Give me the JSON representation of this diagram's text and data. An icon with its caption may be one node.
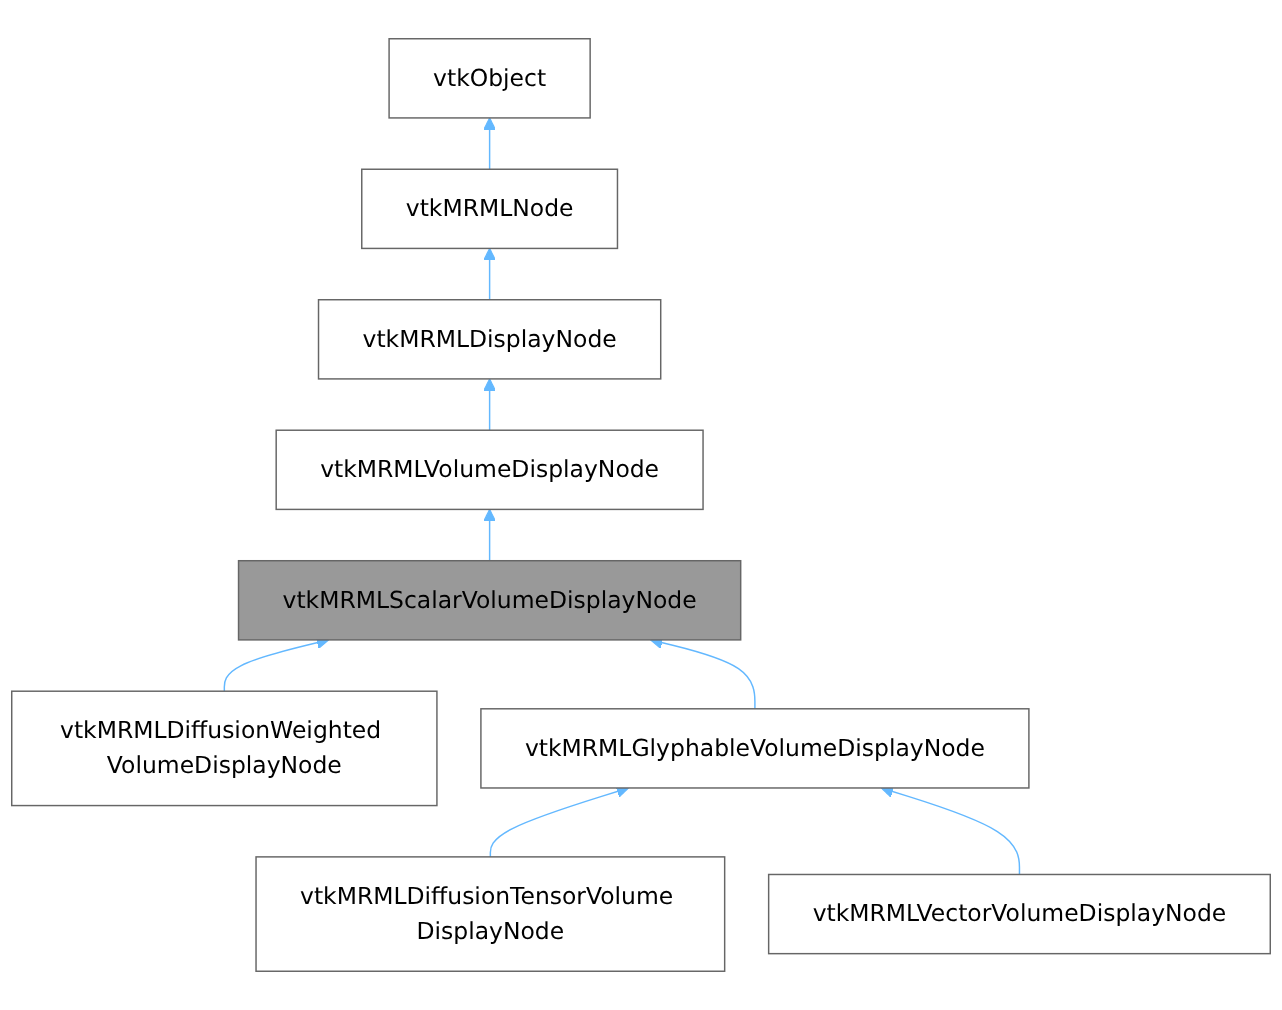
{
  "diagram": {
    "nodes": [
      {
        "text": [
          "vtkObject"
        ]
      },
      {
        "text": [
          "vtkMRMLNode"
        ]
      },
      {
        "text": [
          "vtkMRMLDisplayNode"
        ]
      },
      {
        "text": [
          "vtkMRMLVolumeDisplayNode"
        ]
      },
      {
        "text": [
          "vtkMRMLScalarVolumeDisplayNode"
        ]
      },
      {
        "text": [
          "vtkMRMLDiffusionWeighted VolumeDisplayNode"
        ]
      },
      {
        "text": [
          "vtkMRMLGlyphableVolumeDisplayNode"
        ]
      },
      {
        "text": [
          "vtkMRMLDiffusionTensorVolume DisplayNode"
        ]
      },
      {
        "text": [
          "vtkMRMLVectorVolumeDisplayNode"
        ]
      }
    ],
    "edges": [
      {
        "from": 1,
        "to": 0,
        "arrow": "to"
      },
      {
        "from": 2,
        "to": 1,
        "arrow": "to"
      },
      {
        "from": 3,
        "to": 2,
        "arrow": "to"
      },
      {
        "from": 4,
        "to": 3,
        "arrow": "to"
      },
      {
        "from": 5,
        "to": 4,
        "arrow": "to"
      },
      {
        "from": 6,
        "to": 4,
        "arrow": "to"
      },
      {
        "from": 7,
        "to": 6,
        "arrow": "to"
      },
      {
        "from": 8,
        "to": 6,
        "arrow": "to"
      }
    ]
  }
}
